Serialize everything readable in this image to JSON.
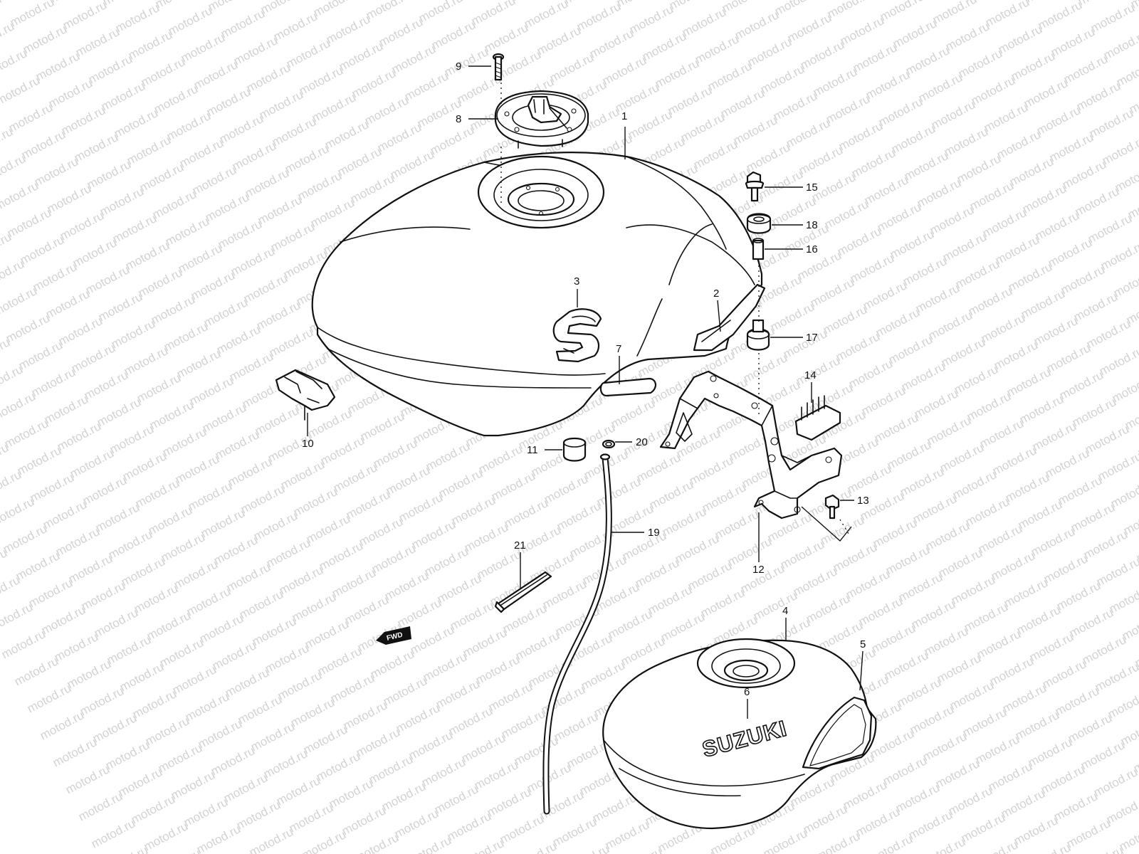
{
  "watermark": {
    "text": "motod.ru"
  },
  "callouts": [
    {
      "id": "1",
      "text": "1"
    },
    {
      "id": "2",
      "text": "2"
    },
    {
      "id": "3",
      "text": "3"
    },
    {
      "id": "4",
      "text": "4"
    },
    {
      "id": "5",
      "text": "5"
    },
    {
      "id": "6",
      "text": "6"
    },
    {
      "id": "7",
      "text": "7"
    },
    {
      "id": "8",
      "text": "8"
    },
    {
      "id": "9",
      "text": "9"
    },
    {
      "id": "10",
      "text": "10"
    },
    {
      "id": "11",
      "text": "11"
    },
    {
      "id": "12",
      "text": "12"
    },
    {
      "id": "13",
      "text": "13"
    },
    {
      "id": "14",
      "text": "14"
    },
    {
      "id": "15",
      "text": "15"
    },
    {
      "id": "16",
      "text": "16"
    },
    {
      "id": "17",
      "text": "17"
    },
    {
      "id": "18",
      "text": "18"
    },
    {
      "id": "19",
      "text": "19"
    },
    {
      "id": "20",
      "text": "20"
    },
    {
      "id": "21",
      "text": "21"
    }
  ],
  "fwd_marker": {
    "text": "FWD"
  },
  "emblem_text": "SUZUKI"
}
